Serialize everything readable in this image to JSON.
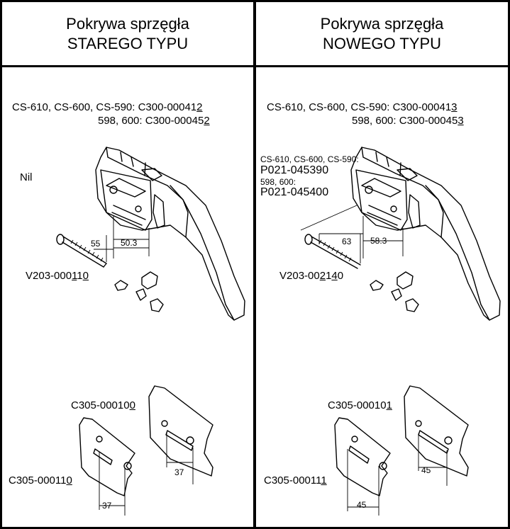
{
  "left": {
    "title_line1": "Pokrywa sprzęgła",
    "title_line2": "STAREGO TYPU",
    "model_a_label": "CS-610, CS-600, CS-590:",
    "model_a_part_prefix": "C300-00041",
    "model_a_part_suffix": "2",
    "model_b_label": "598, 600:",
    "model_b_part_prefix": "C300-00045",
    "model_b_part_suffix": "2",
    "nil_label": "Nil",
    "dim_55": "55",
    "dim_50_3": "50.3",
    "bolt_prefix": "V203-000",
    "bolt_mid": "1",
    "bolt_mid2": "1",
    "bolt_suffix": "0",
    "plate_top_prefix": "C305-00010",
    "plate_top_suffix": "0",
    "plate_bottom_prefix": "C305-00011",
    "plate_bottom_suffix": "0",
    "dim_37_top": "37",
    "dim_37_bottom": "37"
  },
  "right": {
    "title_line1": "Pokrywa sprzęgła",
    "title_line2": "NOWEGO TYPU",
    "model_a_label": "CS-610, CS-600, CS-590:",
    "model_a_part_prefix": "C300-00041",
    "model_a_part_suffix": "3",
    "model_b_label": "598, 600:",
    "model_b_part_prefix": "C300-00045",
    "model_b_part_suffix": "3",
    "extra_a_label": "CS-610, CS-600, CS-590:",
    "extra_a_part": "P021-045390",
    "extra_b_label": "598, 600:",
    "extra_b_part": "P021-045400",
    "dim_63": "63",
    "dim_58_3": "58.3",
    "bolt_prefix": "V203-00",
    "bolt_mid": "2",
    "bolt_mid2": "1",
    "bolt_mid3": "4",
    "bolt_suffix": "0",
    "plate_top_prefix": "C305-00010",
    "plate_top_suffix": "1",
    "plate_bottom_prefix": "C305-00011",
    "plate_bottom_suffix": "1",
    "dim_45_top": "45",
    "dim_45_bottom": "45"
  }
}
